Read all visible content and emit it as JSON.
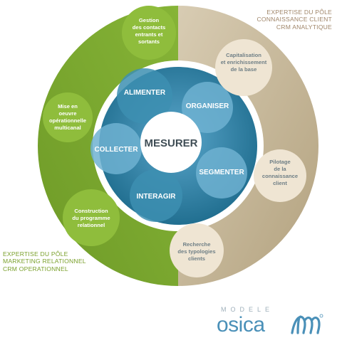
{
  "center": {
    "label": "MESURER"
  },
  "inner_ring": [
    {
      "id": "alimenter",
      "label": "ALIMENTER"
    },
    {
      "id": "organiser",
      "label": "ORGANISER"
    },
    {
      "id": "segmenter",
      "label": "SEGMENTER"
    },
    {
      "id": "interagir",
      "label": "INTERAGIR"
    },
    {
      "id": "collecter",
      "label": "COLLECTER"
    }
  ],
  "outer_green": [
    {
      "id": "gestion",
      "lines": [
        "Gestion",
        "des contacts",
        "entrants et",
        "sortants"
      ]
    },
    {
      "id": "mise-en-oeuvre",
      "lines": [
        "Mise en",
        "oeuvre",
        "opérationnelle",
        "multicanal"
      ]
    },
    {
      "id": "construction",
      "lines": [
        "Construction",
        "du programme",
        "relationnel"
      ]
    }
  ],
  "outer_tan": [
    {
      "id": "capitalisation",
      "lines": [
        "Capitalisation",
        "et enrichissement",
        "de la base"
      ]
    },
    {
      "id": "pilotage",
      "lines": [
        "Pilotage",
        "de la",
        "connaissance",
        "client"
      ]
    },
    {
      "id": "recherche",
      "lines": [
        "Recherche",
        "des typologies",
        "clients"
      ]
    }
  ],
  "captions": {
    "crm_analytique": [
      "EXPERTISE DU PÔLE",
      "CONNAISSANCE CLIENT",
      "CRM ANALYTIQUE"
    ],
    "marketing": [
      "EXPERTISE DU PÔLE",
      "MARKETING RELATIONNEL",
      "CRM OPERATIONNEL"
    ]
  },
  "brand": {
    "top": "MODELE",
    "main": "osica"
  },
  "colors": {
    "green": "#7aa52e",
    "green_light": "#8fbd3c",
    "tan": "#c4b497",
    "tan_bubble": "#efe5d3",
    "blue_dark": "#1f6f8f",
    "blue_mid": "#3d8fb2",
    "blue_light": "#6fb1d1",
    "text_green_bubble": "#ffffff",
    "text_tan_bubble": "#6f7f86"
  }
}
